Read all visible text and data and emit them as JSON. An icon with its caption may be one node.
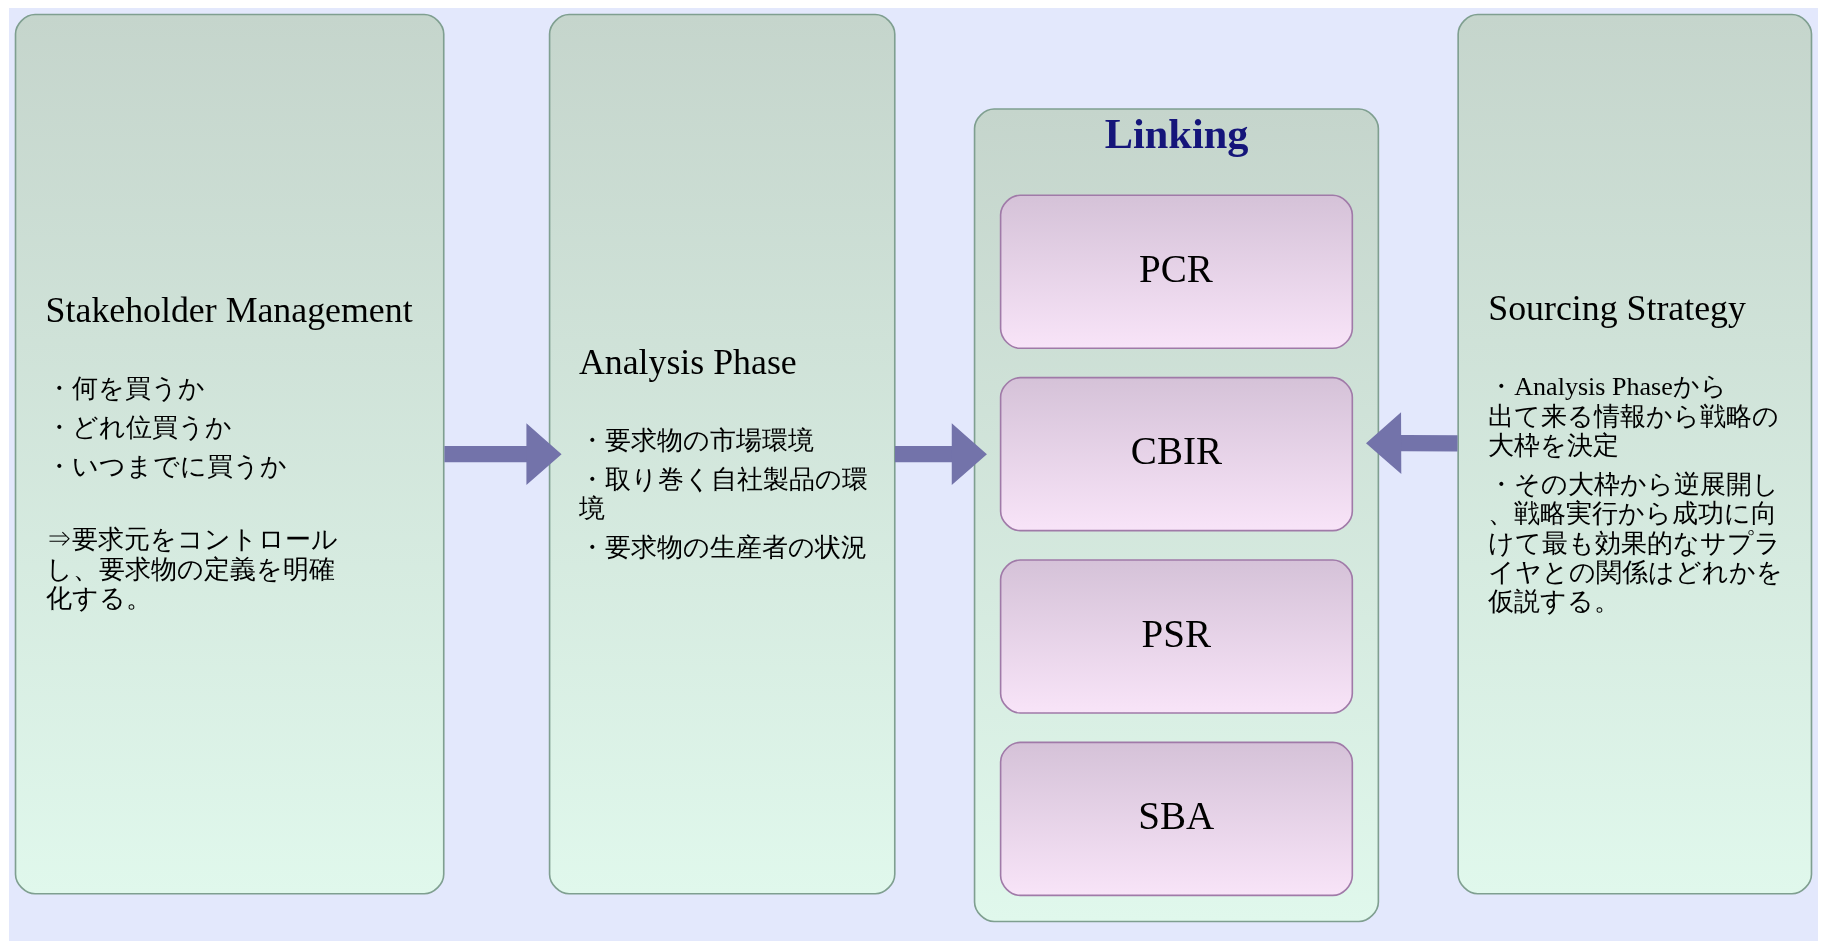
{
  "diagram": {
    "nodes": [
      {
        "text": [
          "Stakeholder Management",
          "・何を買うか",
          "・どれ位買うか",
          "・いつまでに買うか",
          "⇒要求元をコントロールし、要求物の定義を明確化する。"
        ]
      },
      {
        "text": [
          "Analysis Phase",
          "・要求物の市場環境",
          "・取り巻く自社製品の環境",
          "・要求物の生産者の状況"
        ]
      },
      {
        "text": [
          "Linking"
        ]
      },
      {
        "text": [
          "PCR"
        ],
        "in": 2
      },
      {
        "text": [
          "CBIR"
        ],
        "in": 2
      },
      {
        "text": [
          "PSR"
        ],
        "in": 2
      },
      {
        "text": [
          "SBA"
        ],
        "in": 2
      },
      {
        "text": [
          "Sourcing Strategy",
          "・Analysis Phaseから出て来る情報から戦略の大枠を決定",
          "・その大枠から逆展開し、戦略実行から成功に向けて最も効果的なサプライヤとの関係はどれかを仮説する。"
        ]
      }
    ],
    "edges": [
      {
        "from": 0,
        "to": 1,
        "arrow": "to"
      },
      {
        "from": 1,
        "to": 2,
        "arrow": "to"
      },
      {
        "from": 7,
        "to": 2,
        "arrow": "to"
      }
    ]
  }
}
